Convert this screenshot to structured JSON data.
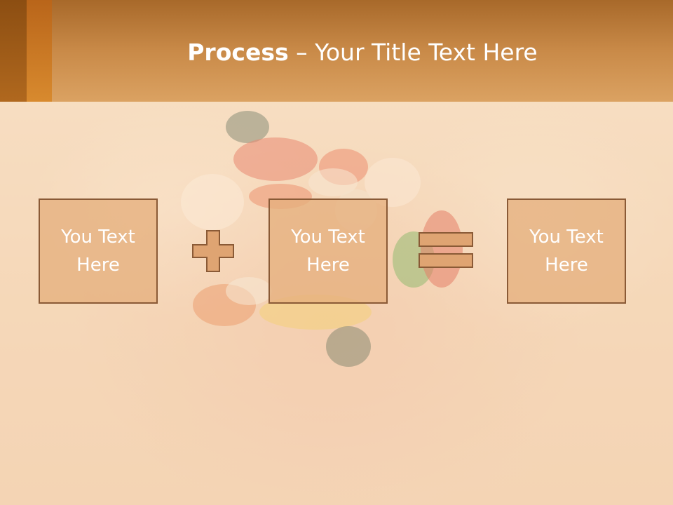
{
  "slide": {
    "title_bold": "Process",
    "title_rest": " – Your Title Text Here",
    "steps": [
      {
        "line1": "You Text",
        "line2": "Here"
      },
      {
        "line1": "You Text",
        "line2": "Here"
      },
      {
        "line1": "You Text",
        "line2": "Here"
      }
    ],
    "operators": [
      "plus-icon",
      "equals-icon"
    ]
  },
  "colors": {
    "header": "#c98a48",
    "header_accent_dark": "#8c4e12",
    "header_accent_light": "#d88a2e",
    "box_fill": "#e5b07e",
    "box_border": "#8a5a36",
    "text": "#ffffff"
  }
}
